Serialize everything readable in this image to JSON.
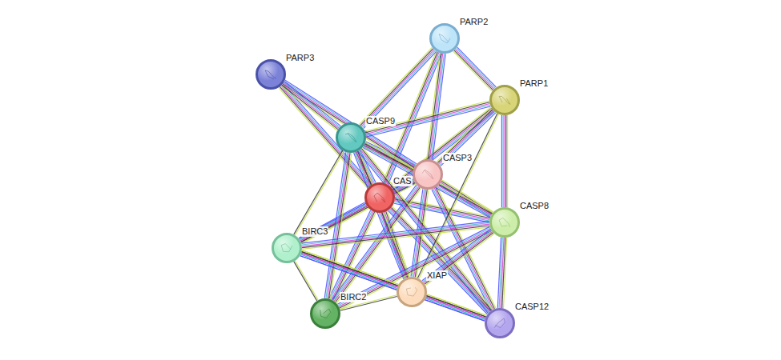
{
  "diagram": {
    "nodes": [
      {
        "text": [
          "PARP2"
        ]
      },
      {
        "text": [
          "PARP3"
        ]
      },
      {
        "text": [
          "PARP1"
        ]
      },
      {
        "text": [
          "CASP9"
        ]
      },
      {
        "text": [
          "CASP3"
        ]
      },
      {
        "text": [
          "CAS"
        ]
      },
      {
        "text": [
          "CASP8"
        ]
      },
      {
        "text": [
          "BIRC3"
        ]
      },
      {
        "text": [
          "XIAP"
        ]
      },
      {
        "text": [
          "BIRC2"
        ]
      },
      {
        "text": [
          "CASP12"
        ]
      }
    ],
    "edges": [
      {
        "from": 5,
        "to": 3,
        "arrow": "none"
      },
      {
        "from": 5,
        "to": 4,
        "arrow": "none"
      },
      {
        "from": 5,
        "to": 2,
        "arrow": "none"
      },
      {
        "from": 5,
        "to": 0,
        "arrow": "none"
      },
      {
        "from": 5,
        "to": 1,
        "arrow": "none"
      },
      {
        "from": 5,
        "to": 6,
        "arrow": "none"
      },
      {
        "from": 5,
        "to": 7,
        "arrow": "none"
      },
      {
        "from": 5,
        "to": 9,
        "arrow": "none"
      },
      {
        "from": 5,
        "to": 8,
        "arrow": "none"
      },
      {
        "from": 5,
        "to": 10,
        "arrow": "none"
      },
      {
        "from": 4,
        "to": 0,
        "arrow": "none"
      },
      {
        "from": 4,
        "to": 2,
        "arrow": "none"
      },
      {
        "from": 4,
        "to": 3,
        "arrow": "none"
      },
      {
        "from": 4,
        "to": 1,
        "arrow": "none"
      },
      {
        "from": 4,
        "to": 6,
        "arrow": "none"
      },
      {
        "from": 4,
        "to": 7,
        "arrow": "none"
      },
      {
        "from": 4,
        "to": 9,
        "arrow": "none"
      },
      {
        "from": 4,
        "to": 8,
        "arrow": "none"
      },
      {
        "from": 4,
        "to": 10,
        "arrow": "none"
      },
      {
        "from": 3,
        "to": 1,
        "arrow": "none"
      },
      {
        "from": 3,
        "to": 0,
        "arrow": "none"
      },
      {
        "from": 3,
        "to": 2,
        "arrow": "none"
      },
      {
        "from": 3,
        "to": 6,
        "arrow": "none"
      },
      {
        "from": 3,
        "to": 7,
        "arrow": "none"
      },
      {
        "from": 3,
        "to": 9,
        "arrow": "none"
      },
      {
        "from": 3,
        "to": 8,
        "arrow": "none"
      },
      {
        "from": 3,
        "to": 10,
        "arrow": "none"
      },
      {
        "from": 2,
        "to": 0,
        "arrow": "none"
      },
      {
        "from": 2,
        "to": 6,
        "arrow": "none"
      },
      {
        "from": 2,
        "to": 8,
        "arrow": "none"
      },
      {
        "from": 6,
        "to": 7,
        "arrow": "none"
      },
      {
        "from": 6,
        "to": 9,
        "arrow": "none"
      },
      {
        "from": 6,
        "to": 8,
        "arrow": "none"
      },
      {
        "from": 6,
        "to": 10,
        "arrow": "none"
      },
      {
        "from": 7,
        "to": 9,
        "arrow": "none"
      },
      {
        "from": 7,
        "to": 8,
        "arrow": "none"
      },
      {
        "from": 7,
        "to": 10,
        "arrow": "none"
      },
      {
        "from": 9,
        "to": 8,
        "arrow": "none"
      },
      {
        "from": 8,
        "to": 10,
        "arrow": "none"
      }
    ]
  }
}
